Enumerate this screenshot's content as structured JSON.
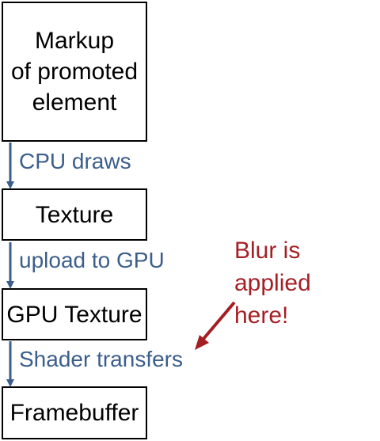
{
  "colors": {
    "arrow": "#3b5e8c",
    "step_text": "#3b5e8c",
    "annotation": "#a41f24",
    "box_border": "#000000"
  },
  "nodes": {
    "markup": "Markup\nof promoted\nelement",
    "texture": "Texture",
    "gpu_texture": "GPU Texture",
    "framebuffer": "Framebuffer"
  },
  "steps": {
    "cpu_draws": "CPU draws",
    "upload": "upload to GPU",
    "shader": "Shader transfers"
  },
  "annotation": {
    "text": "Blur is applied\nhere!"
  }
}
